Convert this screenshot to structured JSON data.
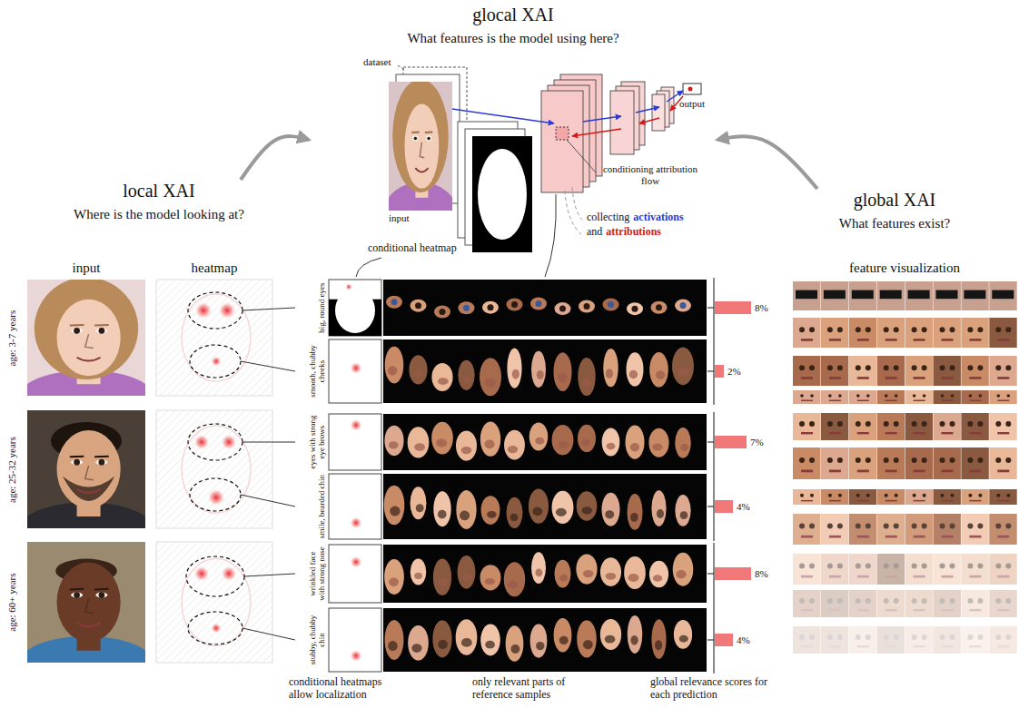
{
  "diagram": {
    "nodes": [
      {
        "text": [
          "glocal XAI",
          "What features is the model using here?"
        ]
      },
      {
        "text": [
          "local XAI",
          "Where is the model looking at?"
        ]
      },
      {
        "text": [
          "global XAI",
          "What features exist?"
        ]
      },
      {
        "text": [
          "big, round eyes"
        ]
      },
      {
        "text": [
          "smooth, chubby cheeks"
        ]
      },
      {
        "text": [
          "eyes with strong eye brows"
        ]
      },
      {
        "text": [
          "smile, bearded chin"
        ]
      },
      {
        "text": [
          "wrinkled face with strong nose"
        ]
      },
      {
        "text": [
          "stubby, chubby chin"
        ]
      }
    ],
    "edges": [
      {
        "from": 1,
        "to": 0,
        "arrow": "to"
      },
      {
        "from": 2,
        "to": 0,
        "arrow": "to"
      }
    ],
    "labels": [
      "dataset",
      "input",
      "conditional heatmap",
      "conditioning attribution flow",
      "collecting",
      "activations",
      "and",
      "attributions",
      "output",
      "input",
      "heatmap",
      "feature visualization",
      "age: 3-7 years",
      "age: 25-32 years",
      "age: 60+ years",
      "8%",
      "2%",
      "7%",
      "4%",
      "8%",
      "4%",
      "conditional heatmaps allow localization",
      "only relevant parts of reference samples",
      "global relevance scores for each prediction"
    ]
  }
}
